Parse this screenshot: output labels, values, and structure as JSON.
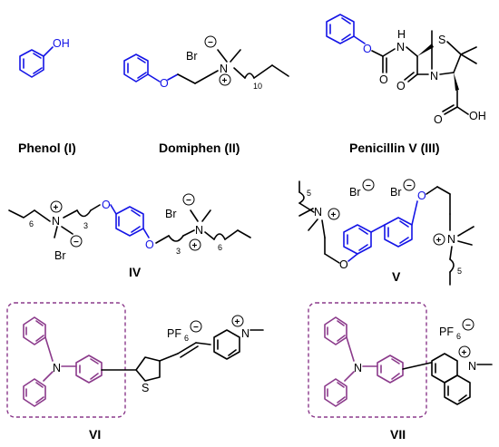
{
  "compounds": {
    "phenol": {
      "name": "Phenol (I)",
      "labels": {
        "oh": "OH"
      }
    },
    "domiphen": {
      "name": "Domiphen (II)",
      "labels": {
        "o": "O",
        "n": "N",
        "br": "Br",
        "n_sub": "10"
      }
    },
    "penicillin": {
      "name": "Penicillin V (III)",
      "labels": {
        "o1": "O",
        "o2": "O",
        "o3": "O",
        "o4": "O",
        "nh": "N",
        "h": "H",
        "n": "N",
        "s": "S",
        "oh": "OH"
      }
    },
    "iv": {
      "name": "IV",
      "labels": {
        "n1": "N",
        "n2": "N",
        "o1": "O",
        "o2": "O",
        "br1": "Br",
        "br2": "Br",
        "s6a": "6",
        "s3a": "3",
        "s3b": "3",
        "s6b": "6"
      }
    },
    "v": {
      "name": "V",
      "labels": {
        "n1": "N",
        "n2": "N",
        "o1": "O",
        "o2": "O",
        "br1": "Br",
        "br2": "Br",
        "s5a": "5",
        "s5b": "5"
      }
    },
    "vi": {
      "name": "VI",
      "labels": {
        "n1": "N",
        "s": "S",
        "pf": "PF",
        "pf_sub": "6",
        "n2": "N"
      }
    },
    "vii": {
      "name": "VII",
      "labels": {
        "n1": "N",
        "pf": "PF",
        "pf_sub": "6",
        "n2": "N"
      }
    }
  },
  "colors": {
    "black": "#000000",
    "blue": "#1414e6",
    "purple": "#8b3a8b"
  }
}
